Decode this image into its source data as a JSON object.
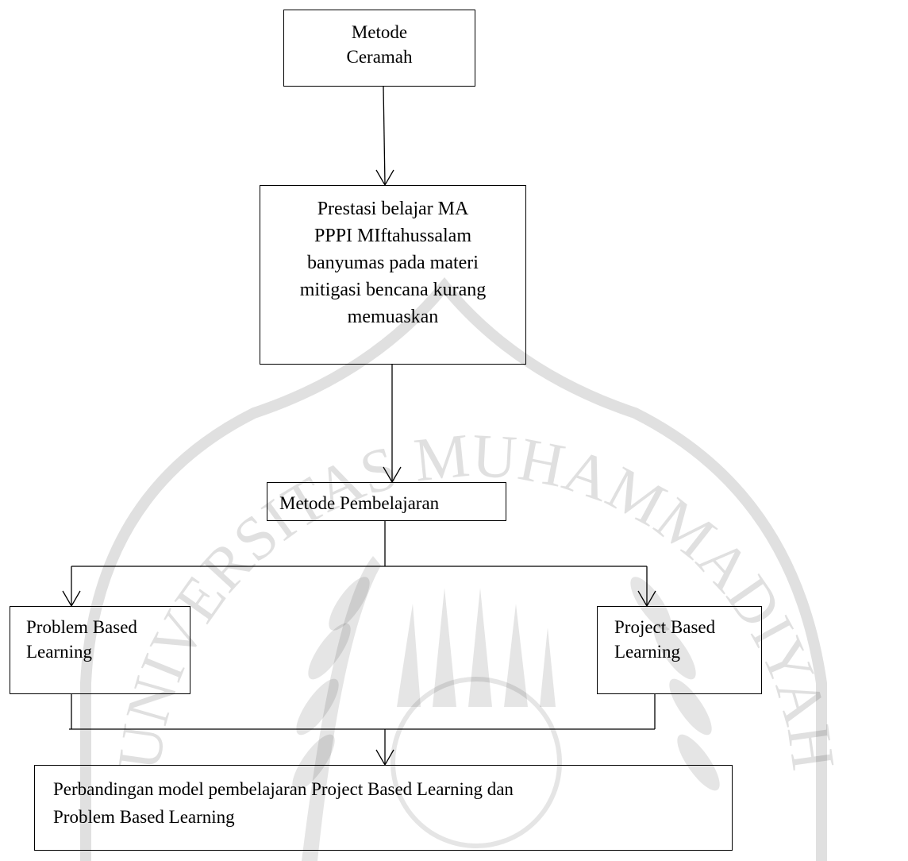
{
  "watermark": {
    "arc_text": "UNIVERSITAS MUHAMMADIYAH",
    "color": "#000000",
    "opacity": 0.12
  },
  "boxes": {
    "lecture_method": {
      "line1": "Metode",
      "line2": "Ceramah"
    },
    "learning_achievement": {
      "line1": "Prestasi belajar MA",
      "line2": "PPPI MIftahussalam",
      "line3": "banyumas pada materi",
      "line4": "mitigasi bencana kurang",
      "line5": "memuaskan"
    },
    "learning_method": {
      "label": "Metode Pembelajaran"
    },
    "problem_based": {
      "line1": "Problem Based",
      "line2": "Learning"
    },
    "project_based": {
      "line1": "Project Based",
      "line2": "Learning"
    },
    "comparison": {
      "line1": "Perbandingan model pembelajaran Project Based Learning dan",
      "line2": "Problem Based Learning"
    }
  }
}
